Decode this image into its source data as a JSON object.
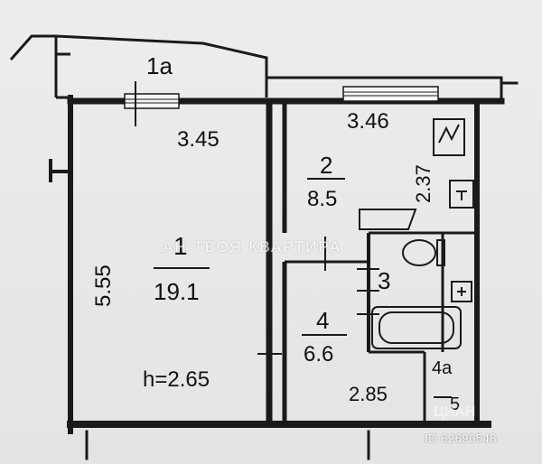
{
  "plan": {
    "rooms": [
      {
        "number": "1a"
      },
      {
        "number": "1",
        "area": "19.1"
      },
      {
        "number": "2",
        "area": "8.5"
      },
      {
        "number": "3"
      },
      {
        "number": "4",
        "area": "6.6"
      },
      {
        "number": "4a"
      },
      {
        "number": "5"
      }
    ],
    "dimensions": {
      "room1_width": "3.45",
      "room1_length": "5.55",
      "room2_width": "3.46",
      "room2_length": "2.37",
      "room4_width": "2.85"
    },
    "ceiling_height": "h=2.65"
  },
  "watermark": {
    "agency": "АН ТВОЯ КВАРТИРА",
    "source": "ЦИАН",
    "listing_id": "ID 62690548"
  },
  "colors": {
    "wall": "#1a1a1a",
    "paper": "#e9e9e9",
    "ink": "#111111"
  }
}
